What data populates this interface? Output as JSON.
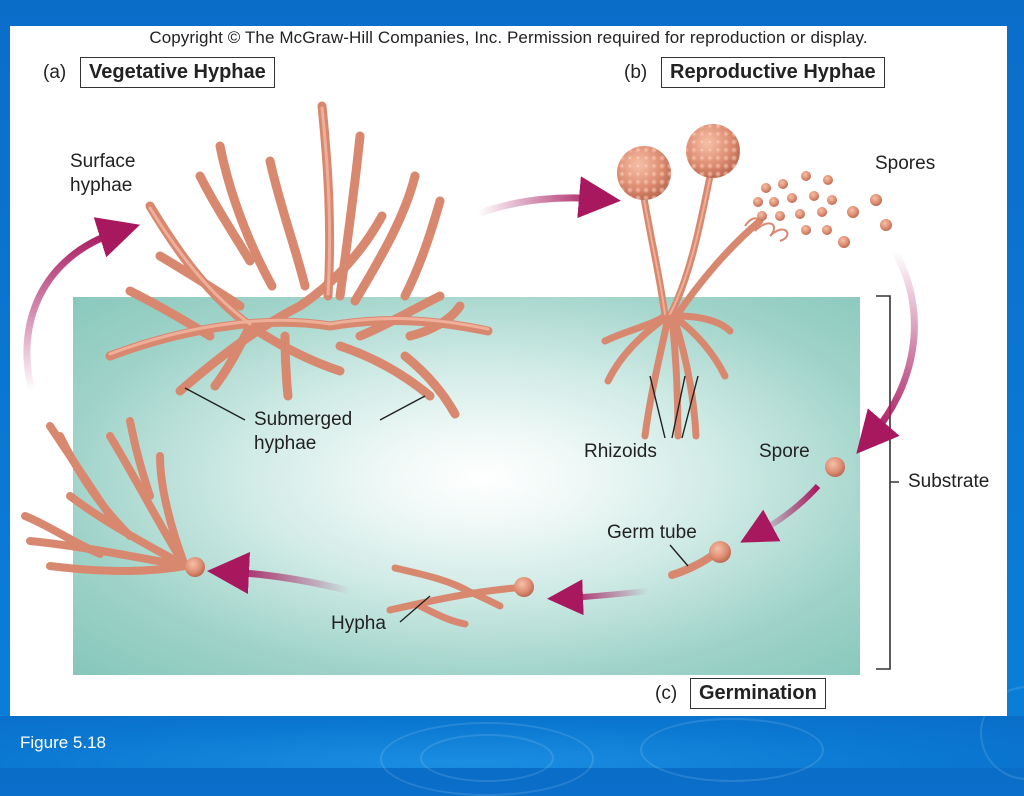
{
  "copyright": "Copyright © The McGraw-Hill Companies, Inc. Permission required for reproduction or display.",
  "panels": {
    "a": {
      "letter": "(a)",
      "title": "Vegetative Hyphae"
    },
    "b": {
      "letter": "(b)",
      "title": "Reproductive Hyphae"
    },
    "c": {
      "letter": "(c)",
      "title": "Germination"
    }
  },
  "labels": {
    "surface_hyphae_line1": "Surface",
    "surface_hyphae_line2": "hyphae",
    "submerged_hyphae_line1": "Submerged",
    "submerged_hyphae_line2": "hyphae",
    "spores": "Spores",
    "rhizoids": "Rhizoids",
    "spore": "Spore",
    "germ_tube": "Germ tube",
    "hypha": "Hypha",
    "substrate": "Substrate"
  },
  "footer": {
    "figure_number": "Figure 5.18"
  },
  "colors": {
    "background": "#0b78d3",
    "substrate": "#86c6bb",
    "hyphae": "#d98870",
    "arrows": "#a8185e",
    "text_on_background": "#ffffff"
  }
}
